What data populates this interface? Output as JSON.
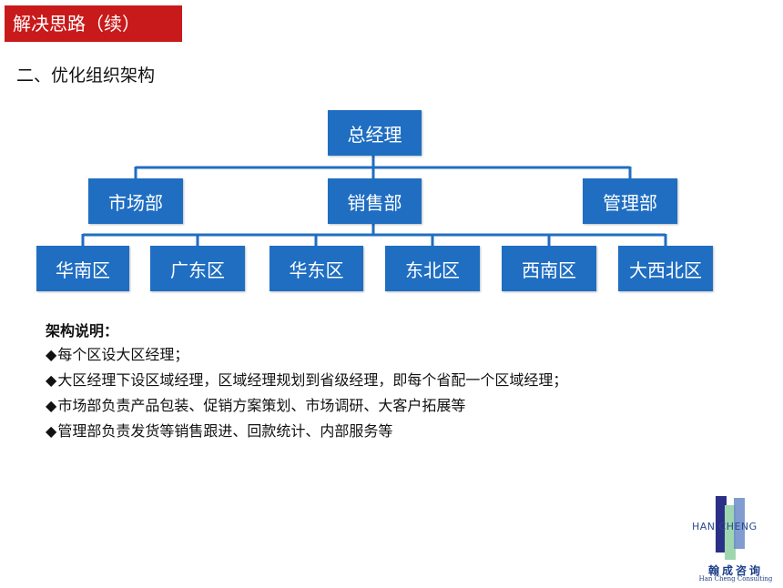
{
  "header": {
    "title": "解决思路（续）",
    "subtitle": "二、优化组织架构"
  },
  "org_chart": {
    "root": "总经理",
    "departments": [
      "市场部",
      "销售部",
      "管理部"
    ],
    "regions": [
      "华南区",
      "广东区",
      "华东区",
      "东北区",
      "西南区",
      "大西北区"
    ],
    "node_color": "#1f6ec2",
    "connector_color": "#1f6ec2"
  },
  "notes": {
    "heading": "架构说明：",
    "bullet": "◆",
    "items": [
      "每个区设大区经理；",
      "大区经理下设区域经理，区域经理规划到省级经理，即每个省配一个区域经理；",
      "市场部负责产品包装、促销方案策划、市场调研、大客户拓展等",
      "管理部负责发货等销售跟进、回款统计、内部服务等"
    ]
  },
  "brand": {
    "accent": "#c81a1a",
    "logo_word": "HAN CHENG",
    "logo_cn": "翰成咨询",
    "logo_en": "Han Cheng Consulting"
  }
}
